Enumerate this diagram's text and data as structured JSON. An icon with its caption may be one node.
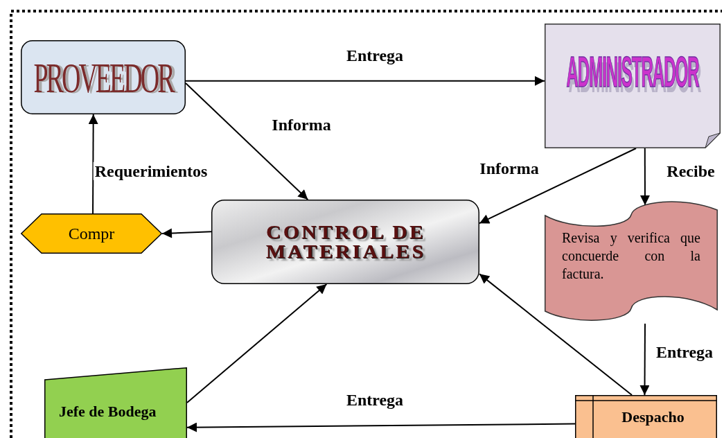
{
  "diagram": {
    "nodes": [
      {
        "text": [
          "PROVEEDOR"
        ]
      },
      {
        "text": [
          "ADMINISTRADOR"
        ]
      },
      {
        "text": [
          "CONTROL DE MATERIALES"
        ]
      },
      {
        "text": [
          "Compr"
        ]
      },
      {
        "text": [
          "Revisa y verifica que concuerde con la factura."
        ]
      },
      {
        "text": [
          "Jefe de Bodega"
        ]
      },
      {
        "text": [
          "Despacho"
        ]
      }
    ],
    "edges": [
      {
        "from": 0,
        "to": 1,
        "arrow": "to",
        "label": "Entrega"
      },
      {
        "from": 0,
        "to": 2,
        "arrow": "to",
        "label": "Informa"
      },
      {
        "from": 1,
        "to": 2,
        "arrow": "to",
        "label": "Informa"
      },
      {
        "from": 1,
        "to": 4,
        "arrow": "to",
        "label": "Recibe"
      },
      {
        "from": 3,
        "to": 0,
        "arrow": "to",
        "label": "Requerimientos"
      },
      {
        "from": 2,
        "to": 3,
        "arrow": "to"
      },
      {
        "from": 4,
        "to": 6,
        "arrow": "to",
        "label": "Entrega"
      },
      {
        "from": 6,
        "to": 2,
        "arrow": "to"
      },
      {
        "from": 5,
        "to": 2,
        "arrow": "to"
      },
      {
        "from": 6,
        "to": 5,
        "arrow": "to",
        "label": "Entrega"
      }
    ]
  }
}
